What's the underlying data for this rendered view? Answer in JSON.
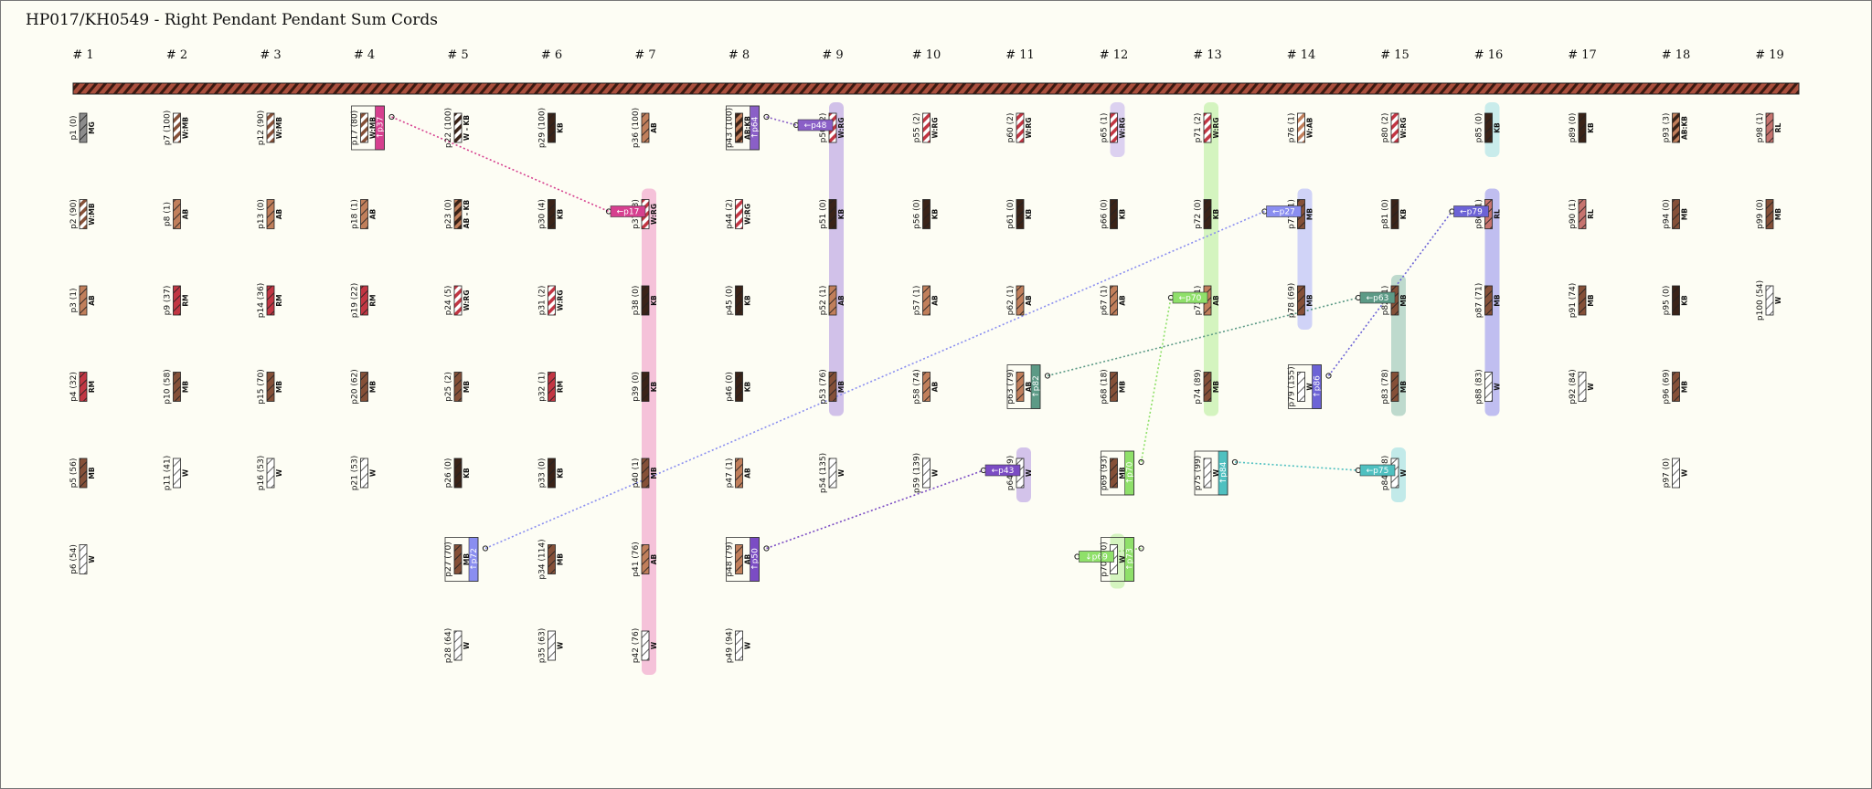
{
  "title": "HP017/KH0549 - Right Pendant Pendant Sum Cords",
  "colors": {
    "AB": "#c17f5b",
    "KB": "#3a2318",
    "MB": "#855038",
    "RM": "#c23643",
    "RL": "#c7746f",
    "W": "#ffffff",
    "MG": "#8c8c8c",
    "YB": "#d9b24a"
  },
  "top_cords": [
    "# 1",
    "# 2",
    "# 3",
    "# 4",
    "# 5",
    "# 6",
    "# 7",
    "# 8",
    "# 9",
    "# 10",
    "# 11",
    "# 12",
    "# 13",
    "# 14",
    "# 15",
    "# 16",
    "# 17",
    "# 18",
    "# 19"
  ],
  "pendants": [
    {
      "name": "p1 (0)",
      "color": "MG",
      "col": 1,
      "row": 0
    },
    {
      "name": "p2 (90)",
      "color": "W:MB",
      "col": 1,
      "row": 1
    },
    {
      "name": "p3 (1)",
      "color": "AB",
      "col": 1,
      "row": 2
    },
    {
      "name": "p4 (32)",
      "color": "RM",
      "col": 1,
      "row": 3
    },
    {
      "name": "p5 (56)",
      "color": "MB",
      "col": 1,
      "row": 4
    },
    {
      "name": "p6 (54)",
      "color": "W",
      "col": 1,
      "row": 5
    },
    {
      "name": "p7 (100)",
      "color": "W:MB",
      "col": 2,
      "row": 0
    },
    {
      "name": "p8 (1)",
      "color": "AB",
      "col": 2,
      "row": 1
    },
    {
      "name": "p9 (37)",
      "color": "RM",
      "col": 2,
      "row": 2
    },
    {
      "name": "p10 (58)",
      "color": "MB",
      "col": 2,
      "row": 3
    },
    {
      "name": "p11 (41)",
      "color": "W",
      "col": 2,
      "row": 4
    },
    {
      "name": "p12 (90)",
      "color": "W:MB",
      "col": 3,
      "row": 0
    },
    {
      "name": "p13 (0)",
      "color": "AB",
      "col": 3,
      "row": 1
    },
    {
      "name": "p14 (36)",
      "color": "RM",
      "col": 3,
      "row": 2
    },
    {
      "name": "p15 (70)",
      "color": "MB",
      "col": 3,
      "row": 3
    },
    {
      "name": "p16 (53)",
      "color": "W",
      "col": 3,
      "row": 4
    },
    {
      "name": "p17 (80)",
      "color": "W:MB",
      "col": 4,
      "row": 0
    },
    {
      "name": "p18 (1)",
      "color": "AB",
      "col": 4,
      "row": 1
    },
    {
      "name": "p19 (22)",
      "color": "RM",
      "col": 4,
      "row": 2
    },
    {
      "name": "p20 (62)",
      "color": "MB",
      "col": 4,
      "row": 3
    },
    {
      "name": "p21 (53)",
      "color": "W",
      "col": 4,
      "row": 4
    },
    {
      "name": "p22 (100)",
      "color": "W - KB",
      "col": 5,
      "row": 0
    },
    {
      "name": "p23 (0)",
      "color": "AB - KB",
      "col": 5,
      "row": 1
    },
    {
      "name": "p24 (5)",
      "color": "W:RG",
      "col": 5,
      "row": 2
    },
    {
      "name": "p25 (2)",
      "color": "MB",
      "col": 5,
      "row": 3
    },
    {
      "name": "p26 (0)",
      "color": "KB",
      "col": 5,
      "row": 4
    },
    {
      "name": "p27 (70)",
      "color": "MB",
      "col": 5,
      "row": 5
    },
    {
      "name": "p28 (64)",
      "color": "W",
      "col": 5,
      "row": 6
    },
    {
      "name": "p29 (100)",
      "color": "KB",
      "col": 6,
      "row": 0
    },
    {
      "name": "p30 (4)",
      "color": "KB",
      "col": 6,
      "row": 1
    },
    {
      "name": "p31 (2)",
      "color": "W:RG",
      "col": 6,
      "row": 2
    },
    {
      "name": "p32 (1)",
      "color": "RM",
      "col": 6,
      "row": 3
    },
    {
      "name": "p33 (0)",
      "color": "KB",
      "col": 6,
      "row": 4
    },
    {
      "name": "p34 (114)",
      "color": "MB",
      "col": 6,
      "row": 5
    },
    {
      "name": "p35 (63)",
      "color": "W",
      "col": 6,
      "row": 6
    },
    {
      "name": "p36 (100)",
      "color": "AB",
      "col": 7,
      "row": 0
    },
    {
      "name": "p37 (3)",
      "color": "W:RG",
      "col": 7,
      "row": 1
    },
    {
      "name": "p38 (0)",
      "color": "KB",
      "col": 7,
      "row": 2
    },
    {
      "name": "p39 (0)",
      "color": "KB",
      "col": 7,
      "row": 3
    },
    {
      "name": "p40 (1)",
      "color": "MB",
      "col": 7,
      "row": 4
    },
    {
      "name": "p41 (76)",
      "color": "AB",
      "col": 7,
      "row": 5
    },
    {
      "name": "p42 (76)",
      "color": "W",
      "col": 7,
      "row": 6
    },
    {
      "name": "p43 (100)",
      "color": "AB:KB",
      "col": 8,
      "row": 0
    },
    {
      "name": "p44 (2)",
      "color": "W:RG",
      "col": 8,
      "row": 1
    },
    {
      "name": "p45 (0)",
      "color": "KB",
      "col": 8,
      "row": 2
    },
    {
      "name": "p46 (0)",
      "color": "KB",
      "col": 8,
      "row": 3
    },
    {
      "name": "p47 (1)",
      "color": "AB",
      "col": 8,
      "row": 4
    },
    {
      "name": "p48 (79)",
      "color": "AB",
      "col": 8,
      "row": 5
    },
    {
      "name": "p49 (94)",
      "color": "W",
      "col": 8,
      "row": 6
    },
    {
      "name": "p50 (2)",
      "color": "W:RG",
      "col": 9,
      "row": 0
    },
    {
      "name": "p51 (0)",
      "color": "KB",
      "col": 9,
      "row": 1
    },
    {
      "name": "p52 (1)",
      "color": "AB",
      "col": 9,
      "row": 2
    },
    {
      "name": "p53 (76)",
      "color": "MB",
      "col": 9,
      "row": 3
    },
    {
      "name": "p54 (135)",
      "color": "W",
      "col": 9,
      "row": 4
    },
    {
      "name": "p55 (2)",
      "color": "W:RG",
      "col": 10,
      "row": 0
    },
    {
      "name": "p56 (0)",
      "color": "KB",
      "col": 10,
      "row": 1
    },
    {
      "name": "p57 (1)",
      "color": "AB",
      "col": 10,
      "row": 2
    },
    {
      "name": "p58 (74)",
      "color": "AB",
      "col": 10,
      "row": 3
    },
    {
      "name": "p59 (139)",
      "color": "W",
      "col": 10,
      "row": 4
    },
    {
      "name": "p60 (2)",
      "color": "W:RG",
      "col": 11,
      "row": 0
    },
    {
      "name": "p61 (0)",
      "color": "KB",
      "col": 11,
      "row": 1
    },
    {
      "name": "p62 (1)",
      "color": "AB",
      "col": 11,
      "row": 2
    },
    {
      "name": "p63 (79)",
      "color": "AB",
      "col": 11,
      "row": 3
    },
    {
      "name": "p64 (99)",
      "color": "W",
      "col": 11,
      "row": 4
    },
    {
      "name": "p65 (1)",
      "color": "W:RG",
      "col": 12,
      "row": 0
    },
    {
      "name": "p66 (0)",
      "color": "KB",
      "col": 12,
      "row": 1
    },
    {
      "name": "p67 (1)",
      "color": "AB",
      "col": 12,
      "row": 2
    },
    {
      "name": "p68 (18)",
      "color": "MB",
      "col": 12,
      "row": 3
    },
    {
      "name": "p69 (93)",
      "color": "MB",
      "col": 12,
      "row": 4
    },
    {
      "name": "p70 (90)",
      "color": "W",
      "col": 12,
      "row": 5
    },
    {
      "name": "p71 (2)",
      "color": "W:RG",
      "col": 13,
      "row": 0
    },
    {
      "name": "p72 (0)",
      "color": "KB",
      "col": 13,
      "row": 1
    },
    {
      "name": "p73 (1)",
      "color": "AB",
      "col": 13,
      "row": 2
    },
    {
      "name": "p74 (89)",
      "color": "MB",
      "col": 13,
      "row": 3
    },
    {
      "name": "p75 (99)",
      "color": "W",
      "col": 13,
      "row": 4
    },
    {
      "name": "p76 (1)",
      "color": "W:AB",
      "col": 14,
      "row": 0
    },
    {
      "name": "p77 (1)",
      "color": "MB",
      "col": 14,
      "row": 1
    },
    {
      "name": "p78 (69)",
      "color": "MB",
      "col": 14,
      "row": 2
    },
    {
      "name": "p79 (155)",
      "color": "W",
      "col": 14,
      "row": 3
    },
    {
      "name": "p80 (2)",
      "color": "W:RG",
      "col": 15,
      "row": 0
    },
    {
      "name": "p81 (0)",
      "color": "KB",
      "col": 15,
      "row": 1
    },
    {
      "name": "p82 (1)",
      "color": "MB",
      "col": 15,
      "row": 2
    },
    {
      "name": "p83 (78)",
      "color": "MB",
      "col": 15,
      "row": 3
    },
    {
      "name": "p84 (98)",
      "color": "W",
      "col": 15,
      "row": 4
    },
    {
      "name": "p85 (0)",
      "color": "KB",
      "col": 16,
      "row": 0
    },
    {
      "name": "p86 (1)",
      "color": "RL",
      "col": 16,
      "row": 1
    },
    {
      "name": "p87 (71)",
      "color": "MB",
      "col": 16,
      "row": 2
    },
    {
      "name": "p88 (83)",
      "color": "W",
      "col": 16,
      "row": 3
    },
    {
      "name": "p89 (0)",
      "color": "KB",
      "col": 17,
      "row": 0
    },
    {
      "name": "p90 (1)",
      "color": "RL",
      "col": 17,
      "row": 1
    },
    {
      "name": "p91 (74)",
      "color": "MB",
      "col": 17,
      "row": 2
    },
    {
      "name": "p92 (84)",
      "color": "W",
      "col": 17,
      "row": 3
    },
    {
      "name": "p93 (3)",
      "color": "AB:KB",
      "col": 18,
      "row": 0
    },
    {
      "name": "p94 (0)",
      "color": "MB",
      "col": 18,
      "row": 1
    },
    {
      "name": "p95 (0)",
      "color": "KB",
      "col": 18,
      "row": 2
    },
    {
      "name": "p96 (69)",
      "color": "MB",
      "col": 18,
      "row": 3
    },
    {
      "name": "p97 (0)",
      "color": "W",
      "col": 18,
      "row": 4
    },
    {
      "name": "p98 (1)",
      "color": "RL",
      "col": 19,
      "row": 0
    },
    {
      "name": "p99 (0)",
      "color": "MB",
      "col": 19,
      "row": 1
    },
    {
      "name": "p100 (54)",
      "color": "W",
      "col": 19,
      "row": 2
    }
  ],
  "sum_groups": [
    {
      "owner": "p17",
      "tag": "↑p37",
      "target_tag": "←p17",
      "target": "p37",
      "color": "#d6408f",
      "bar": "#f3b7d3",
      "span": [
        "p37",
        "p42"
      ]
    },
    {
      "owner": "p43",
      "tag": "↑p64",
      "target_tag": "←p48",
      "target": "p50",
      "color": "#8a5fc7",
      "bar": "#c9b6e6",
      "span": [
        "p50",
        "p53"
      ]
    },
    {
      "owner": "p48",
      "tag": "↑p50",
      "target_tag": "←p43",
      "target": "p64",
      "color": "#7b4cc4",
      "bar": "#cbb9e8",
      "span": [
        "p64",
        "p64"
      ]
    },
    {
      "owner": "p27",
      "tag": "↑p72",
      "target_tag": "←p27",
      "target": "p77",
      "color": "#8a8ef0",
      "bar": "#c8cbf7",
      "span": [
        "p77",
        "p78"
      ]
    },
    {
      "owner": "p63",
      "tag": "↑p82",
      "target_tag": "←p63",
      "target": "p82",
      "color": "#5c9a86",
      "bar": "#b3d3c6",
      "span": [
        "p82",
        "p83"
      ]
    },
    {
      "owner": "p79",
      "tag": "↑p86",
      "target_tag": "←p79",
      "target": "p86",
      "color": "#6c63d6",
      "bar": "#b5b3ee",
      "span": [
        "p86",
        "p88"
      ]
    },
    {
      "owner": "p75",
      "tag": "↑p84",
      "target_tag": "←p75",
      "target": "p84",
      "color": "#4fc0c0",
      "bar": "#b7e6e6",
      "span": [
        "p84",
        "p84"
      ]
    },
    {
      "owner": "p69",
      "tag": "↑p70",
      "target_tag": "←p70",
      "target": "p73",
      "color": "#8fe06a",
      "bar": "#ccf2b5",
      "span": [
        "p71",
        "p74"
      ]
    },
    {
      "owner": "p70",
      "tag": "↑p73",
      "target_tag": "↓p69",
      "target": "p70",
      "color": "#8fe06a",
      "bar": "#ccf2b5",
      "span": [
        "p70",
        "p70"
      ]
    }
  ],
  "extra_highlights": [
    {
      "target": "p65",
      "bar": "#d6c9ee"
    },
    {
      "target": "p85",
      "bar": "#bfe9e9"
    }
  ]
}
